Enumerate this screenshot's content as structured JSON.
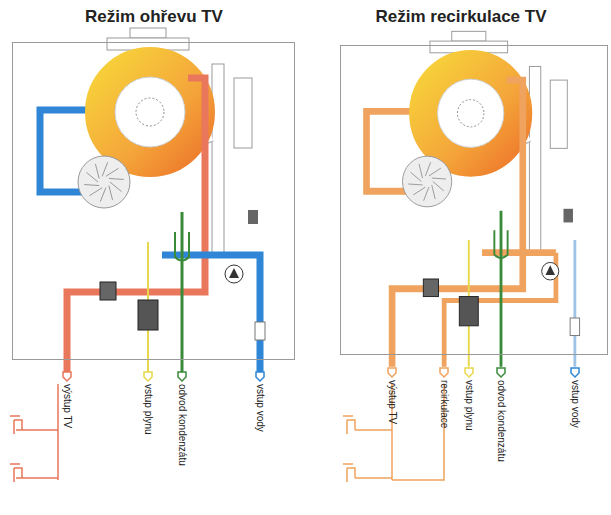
{
  "diagram": {
    "nodes": [
      {
        "text": [
          "Režim ohřevu TV"
        ]
      },
      {
        "text": [
          "Režim recirkulace TV"
        ]
      }
    ],
    "labels": [
      "výstup TV",
      "vstup plynu",
      "odvod kondenzátu",
      "vstup vody",
      "výstup TV",
      "recirkulace",
      "vstup plynu",
      "odvod kondenzátu",
      "vstup vody"
    ]
  }
}
